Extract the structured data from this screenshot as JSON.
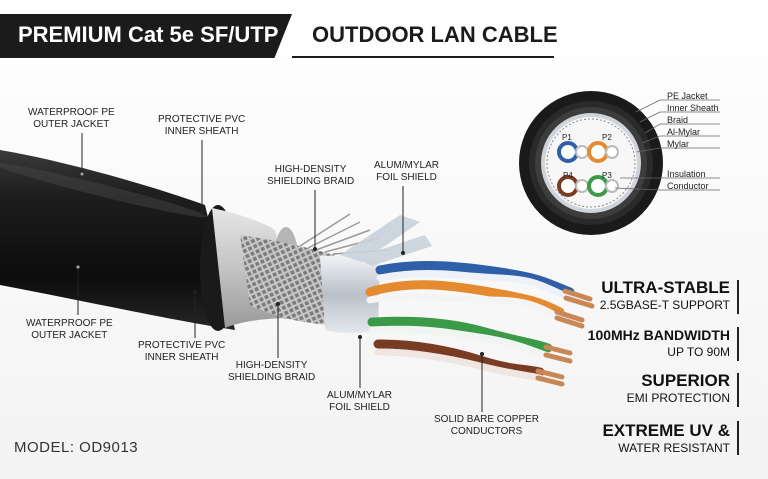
{
  "banner": {
    "title": "PREMIUM Cat 5e SF/UTP",
    "subtitle": "OUTDOOR LAN CABLE"
  },
  "top_callouts": {
    "outer_jacket": [
      "WATERPROOF PE",
      "OUTER JACKET"
    ],
    "inner_sheath": [
      "PROTECTIVE PVC",
      "INNER SHEATH"
    ],
    "braid": [
      "HIGH-DENSITY",
      "SHIELDING BRAID"
    ],
    "foil": [
      "ALUM/MYLAR",
      "FOIL SHIELD"
    ]
  },
  "bottom_callouts": {
    "outer_jacket": [
      "WATERPROOF PE",
      "OUTER JACKET"
    ],
    "inner_sheath": [
      "PROTECTIVE PVC",
      "INNER SHEATH"
    ],
    "braid": [
      "HIGH-DENSITY",
      "SHIELDING BRAID"
    ],
    "foil": [
      "ALUM/MYLAR",
      "FOIL SHIELD"
    ],
    "conductors": [
      "SOLID BARE COPPER",
      "CONDUCTORS"
    ]
  },
  "cross_section": {
    "labels": [
      "PE Jacket",
      "Inner Sheath",
      "Braid",
      "Al-Mylar",
      "Mylar",
      "Insulation",
      "Conductor"
    ],
    "pairs": [
      "P1",
      "P2",
      "P3",
      "P4"
    ]
  },
  "features": [
    {
      "title": "ULTRA-STABLE",
      "subtitle": "2.5GBASE-T SUPPORT"
    },
    {
      "title": "100MHz BANDWIDTH",
      "subtitle": "UP TO 90M"
    },
    {
      "title": "SUPERIOR",
      "subtitle": "EMI PROTECTION"
    },
    {
      "title": "EXTREME UV &",
      "subtitle": "WATER RESISTANT"
    }
  ],
  "model": "MODEL: OD9013",
  "colors": {
    "jacket": "#161616",
    "sheath": "#c9c9c9",
    "braid": "#8d8d8d",
    "foil": "#d9dde2",
    "copper": "#c98756",
    "blue": "#2f5fa8",
    "orange": "#e58a2e",
    "green": "#3a9a47",
    "brown": "#7a3b24"
  }
}
